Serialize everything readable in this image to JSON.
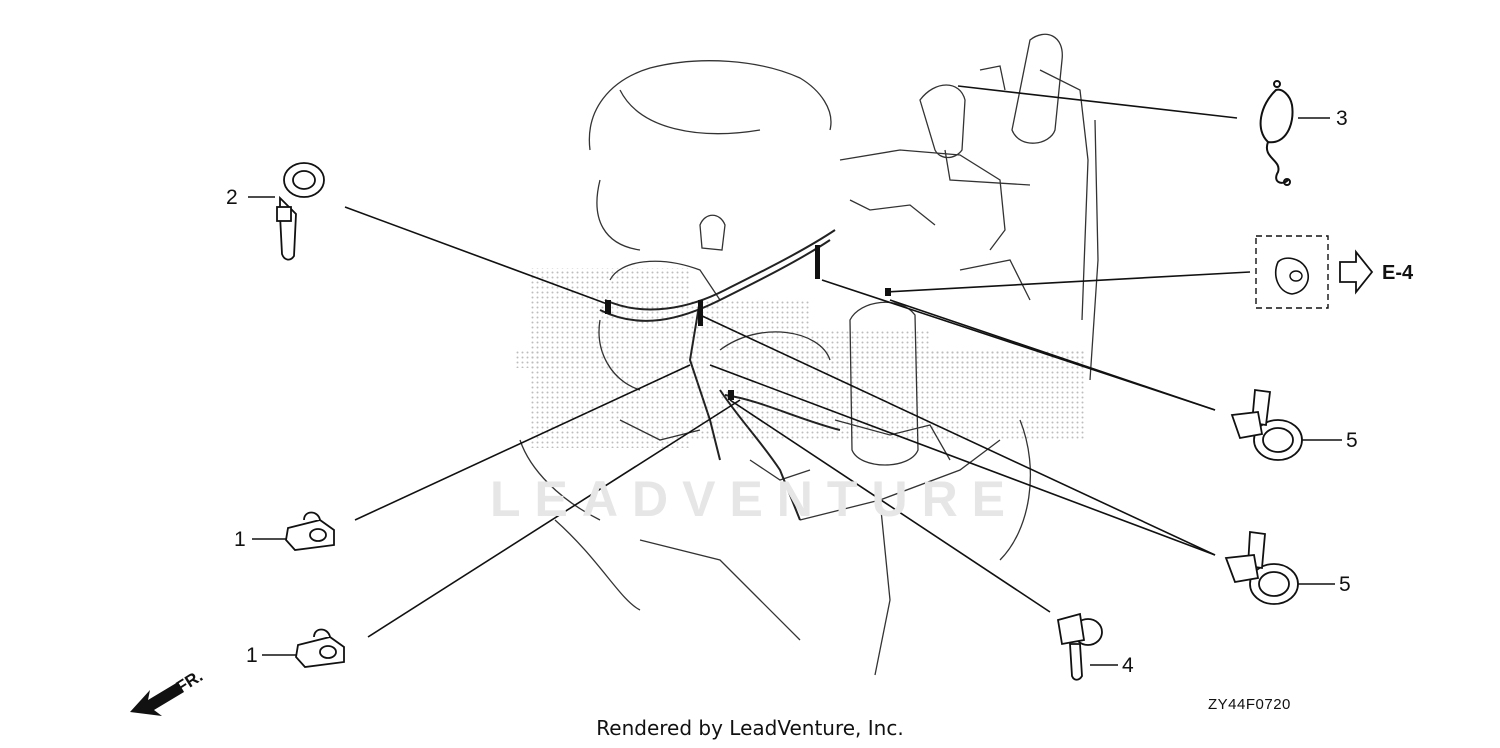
{
  "callouts": {
    "c1a": "1",
    "c1b": "1",
    "c2": "2",
    "c3": "3",
    "c4": "4",
    "c5a": "5",
    "c5b": "5"
  },
  "reference": {
    "label": "E-4"
  },
  "direction": {
    "label": "FR."
  },
  "diagram_code": "ZY44F0720",
  "watermark": "LEADVENTURE",
  "footer": "Rendered by LeadVenture, Inc."
}
